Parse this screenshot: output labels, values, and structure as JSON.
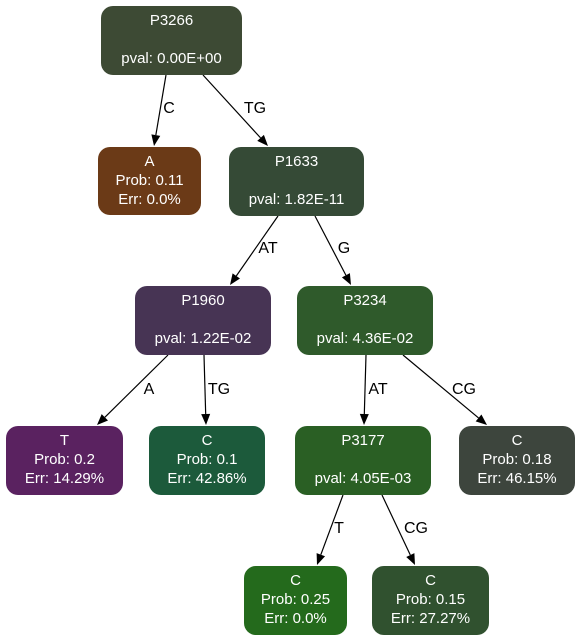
{
  "nodes": {
    "root": {
      "lines": [
        "P3266",
        "",
        "pval: 0.00E+00"
      ],
      "color": "#3d4a34"
    },
    "a_leaf": {
      "lines": [
        "A",
        "Prob: 0.11",
        "Err: 0.0%"
      ],
      "color": "#6b3a17"
    },
    "p1633": {
      "lines": [
        "P1633",
        "",
        "pval: 1.82E-11"
      ],
      "color": "#354a36"
    },
    "p1960": {
      "lines": [
        "P1960",
        "",
        "pval: 1.22E-02"
      ],
      "color": "#473454"
    },
    "p3234": {
      "lines": [
        "P3234",
        "",
        "pval: 4.36E-02"
      ],
      "color": "#2f5a2b"
    },
    "t_leaf": {
      "lines": [
        "T",
        "Prob: 0.2",
        "Err: 14.29%"
      ],
      "color": "#5a2260"
    },
    "c_leaf1": {
      "lines": [
        "C",
        "Prob: 0.1",
        "Err: 42.86%"
      ],
      "color": "#1c5a3b"
    },
    "p3177": {
      "lines": [
        "P3177",
        "",
        "pval: 4.05E-03"
      ],
      "color": "#2a5f24"
    },
    "c_leaf2": {
      "lines": [
        "C",
        "Prob: 0.18",
        "Err: 46.15%"
      ],
      "color": "#3d453d"
    },
    "c_leaf3": {
      "lines": [
        "C",
        "Prob: 0.25",
        "Err: 0.0%"
      ],
      "color": "#246a1c"
    },
    "c_leaf4": {
      "lines": [
        "C",
        "Prob: 0.15",
        "Err: 27.27%"
      ],
      "color": "#30512f"
    }
  },
  "edges": [
    {
      "from": "root",
      "to": "a_leaf",
      "label": "C"
    },
    {
      "from": "root",
      "to": "p1633",
      "label": "TG"
    },
    {
      "from": "p1633",
      "to": "p1960",
      "label": "AT"
    },
    {
      "from": "p1633",
      "to": "p3234",
      "label": "G"
    },
    {
      "from": "p1960",
      "to": "t_leaf",
      "label": "A"
    },
    {
      "from": "p1960",
      "to": "c_leaf1",
      "label": "TG"
    },
    {
      "from": "p3234",
      "to": "p3177",
      "label": "AT"
    },
    {
      "from": "p3234",
      "to": "c_leaf2",
      "label": "CG"
    },
    {
      "from": "p3177",
      "to": "c_leaf3",
      "label": "T"
    },
    {
      "from": "p3177",
      "to": "c_leaf4",
      "label": "CG"
    }
  ]
}
